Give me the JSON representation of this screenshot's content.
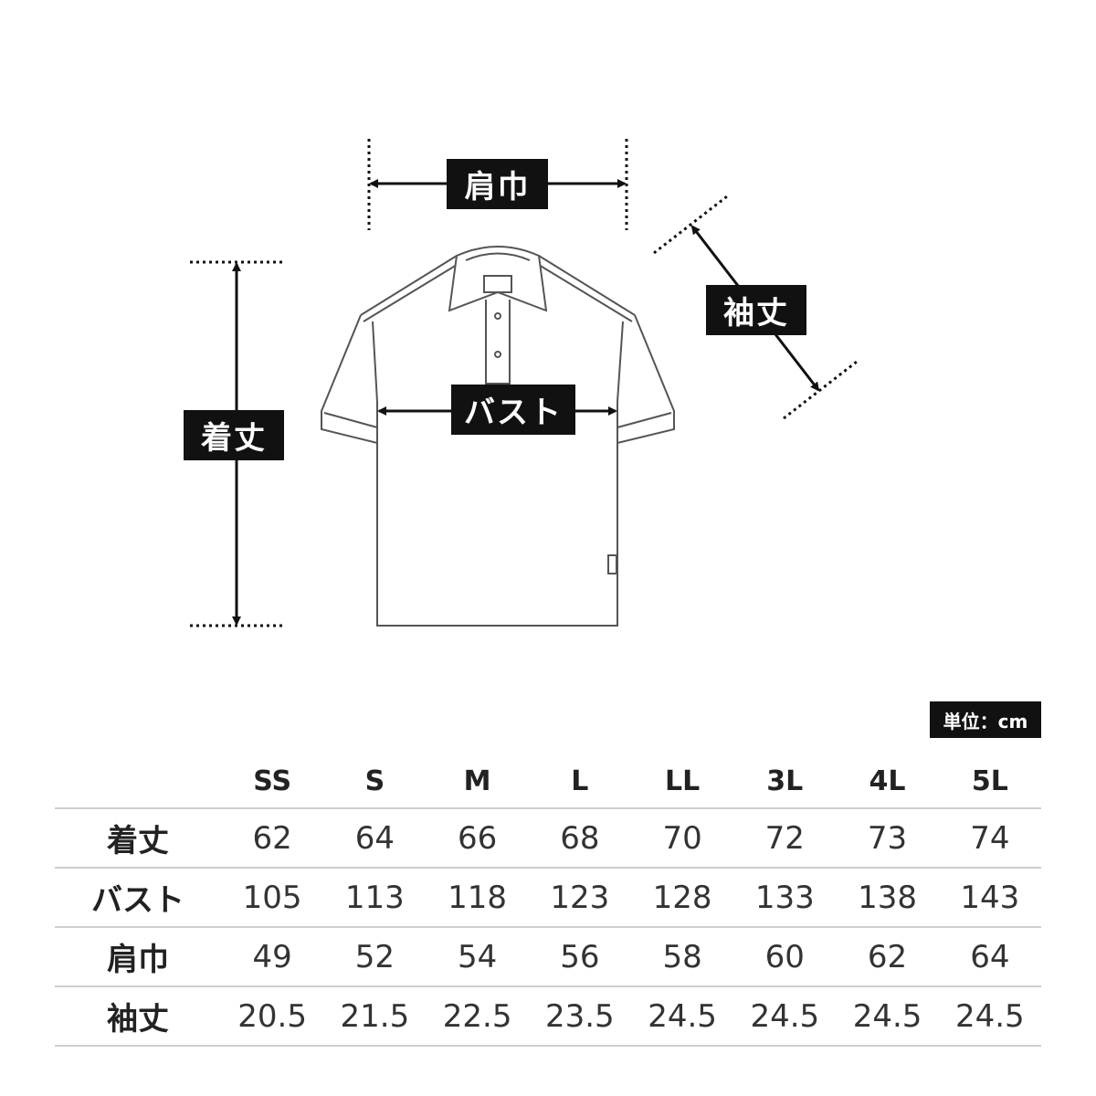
{
  "labels": {
    "shoulder": "肩巾",
    "length": "着丈",
    "bust": "バスト",
    "sleeve": "袖丈"
  },
  "unit_label": "単位：cm",
  "table": {
    "sizes": [
      "SS",
      "S",
      "M",
      "L",
      "LL",
      "3L",
      "4L",
      "5L"
    ],
    "rows": [
      {
        "name": "着丈",
        "values": [
          "62",
          "64",
          "66",
          "68",
          "70",
          "72",
          "73",
          "74"
        ]
      },
      {
        "name": "バスト",
        "values": [
          "105",
          "113",
          "118",
          "123",
          "128",
          "133",
          "138",
          "143"
        ]
      },
      {
        "name": "肩巾",
        "values": [
          "49",
          "52",
          "54",
          "56",
          "58",
          "60",
          "62",
          "64"
        ]
      },
      {
        "name": "袖丈",
        "values": [
          "20.5",
          "21.5",
          "22.5",
          "23.5",
          "24.5",
          "24.5",
          "24.5",
          "24.5"
        ]
      }
    ]
  },
  "colors": {
    "label_bg": "#111111",
    "divider": "#cfcfcf",
    "shirt_line": "#555555"
  },
  "icons": [
    "polo-shirt-outline",
    "measure-arrow"
  ]
}
